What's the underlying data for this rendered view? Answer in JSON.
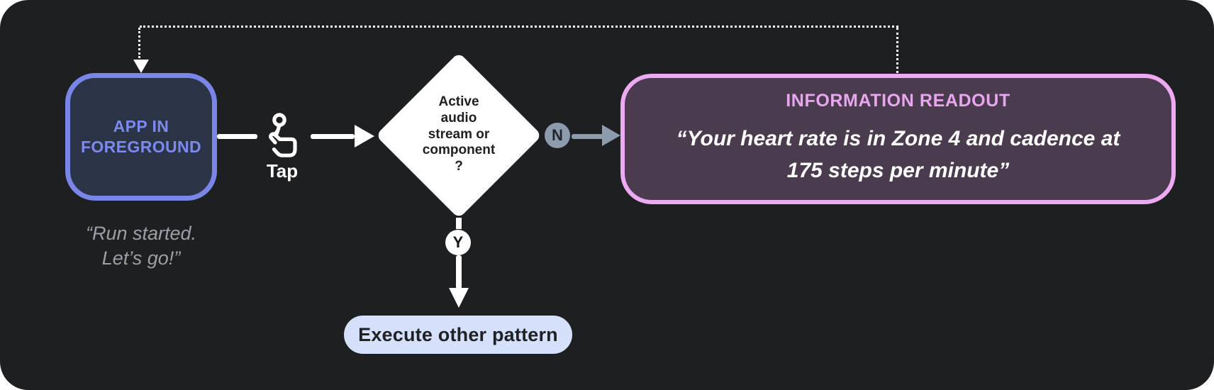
{
  "colors": {
    "canvas-bg": "#1E1F21",
    "blue": "#7986E8",
    "blue-fill": "#2B3346",
    "blue-text": "#7B8AEC",
    "gray-text": "#9AA0A6",
    "slate": "#8C9CAC",
    "pink": "#EDA9F1",
    "pink-text": "#E9A6EF",
    "mauve": "#4A3B4F",
    "pill": "#D5E0FB"
  },
  "nodes": {
    "app_state": {
      "label": "APP IN\nFOREGROUND",
      "caption": "“Run started.\nLet’s go!”"
    },
    "gesture": {
      "label": "Tap",
      "icon": "tap-gesture-icon"
    },
    "decision": {
      "label": "Active\naudio\nstream or\ncomponent\n?"
    },
    "branch_no": {
      "label": "N"
    },
    "branch_yes": {
      "label": "Y"
    },
    "readout": {
      "title": "INFORMATION READOUT",
      "quote": "“Your heart rate is in Zone 4 and cadence at\n175 steps per minute”"
    },
    "other_pattern": {
      "label": "Execute other pattern"
    }
  }
}
